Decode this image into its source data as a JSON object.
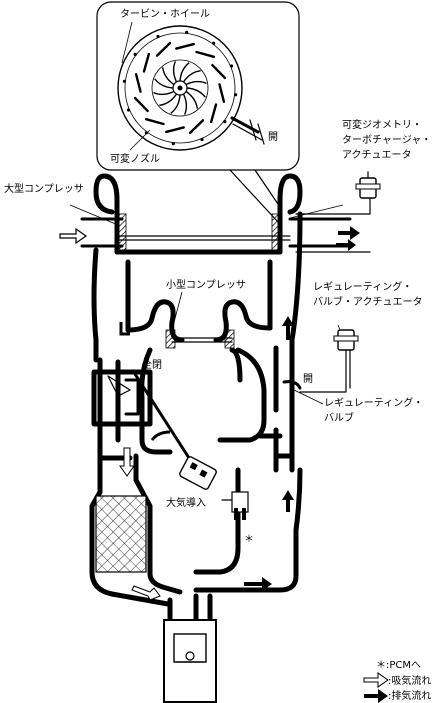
{
  "labels": {
    "turbine_wheel": "タービン・ホイール",
    "variable_nozzle": "可変ノズル",
    "open_top": "開",
    "vgt_actuator_l1": "可変ジオメトリ・",
    "vgt_actuator_l2": "ターボチャージャ・",
    "vgt_actuator_l3": "アクチュエータ",
    "large_compressor": "大型コンプレッサ",
    "small_compressor": "小型コンプレッサ",
    "reg_actuator_l1": "レギュレーティング・",
    "reg_actuator_l2": "バルブ・アクチュエータ",
    "fully_closed": "全閉",
    "open_mid": "開",
    "reg_valve_l1": "レギュレーティング・",
    "reg_valve_l2": "バルブ",
    "atmosphere_intake": "大気導入",
    "asterisk": "＊"
  },
  "legend": {
    "pcm_text": ":PCMへ",
    "intake_text": ":吸気流れ",
    "exhaust_text": ":排気流れ",
    "asterisk_symbol": "＊"
  }
}
